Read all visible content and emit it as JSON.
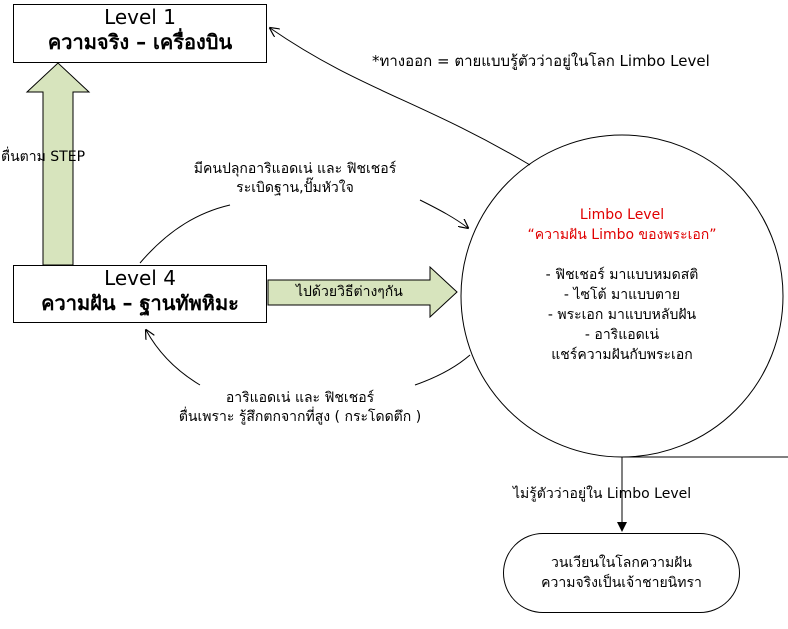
{
  "level1": {
    "title": "Level 1",
    "subtitle": "ความจริง – เครื่องบิน"
  },
  "level4": {
    "title": "Level 4",
    "subtitle": "ความฝัน – ฐานทัพหิมะ"
  },
  "exit_note": "*ทางออก = ตายแบบรู้ตัวว่าอยู่ในโลก Limbo Level",
  "wake_step_label": "ตื่นตาม STEP",
  "upper_arrow_label": {
    "line1": "มีคนปลุกอาริแอดเน่ และ ฟิชเชอร์",
    "line2": "ระเบิดฐาน,ปั๊มหัวใจ"
  },
  "right_arrow_label": "ไปด้วยวิธีต่างๆกัน",
  "lower_arrow_label": {
    "line1": "อาริแอดเน่ และ ฟิชเชอร์",
    "line2": "ตื่นเพราะ รู้สึกตกจากที่สูง ( กระโดดตึก )"
  },
  "limbo": {
    "title": "Limbo Level",
    "subtitle": "“ความฝัน Limbo ของพระเอก”",
    "items": [
      "- ฟิชเชอร์ มาแบบหมดสติ",
      "- ไซโต้ มาแบบตาย",
      "- พระเอก มาแบบหลับฝัน",
      "- อาริแอดเน่",
      "แชร์ความฝันกับพระเอก"
    ]
  },
  "unaware_label": "ไม่รู้ตัวว่าอยู่ใน Limbo Level",
  "end_box": {
    "line1": "วนเวียนในโลกความฝัน",
    "line2": "ความจริงเป็นเจ้าชายนิทรา"
  },
  "colors": {
    "block_arrow_fill": "#d7e4bd",
    "limbo_title": "#e00000"
  }
}
